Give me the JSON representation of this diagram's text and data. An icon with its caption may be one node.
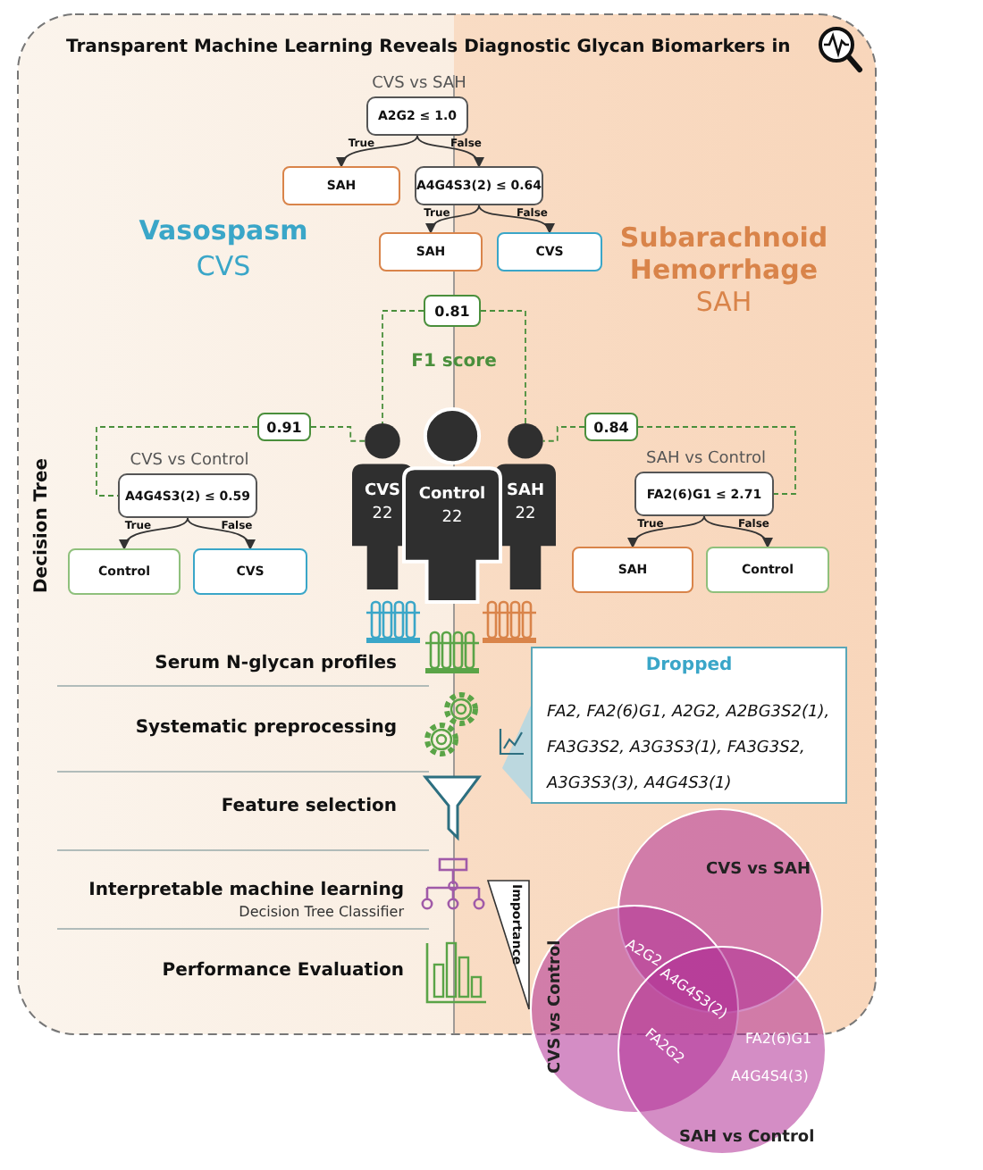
{
  "diagram": {
    "title": "Transparent Machine Learning Reveals Diagnostic Glycan Biomarkers in",
    "nodes": [
      {
        "text": [
          "A2G2 ≤ 1.0"
        ],
        "beside": [
          "CVS vs SAH"
        ]
      },
      {
        "text": [
          "SAH"
        ]
      },
      {
        "text": [
          "A4G4S3(2) ≤ 0.64"
        ]
      },
      {
        "text": [
          "SAH"
        ]
      },
      {
        "text": [
          "CVS"
        ]
      },
      {
        "text": [
          "A4G4S3(2) ≤ 0.59"
        ],
        "beside": [
          "CVS vs Control"
        ]
      },
      {
        "text": [
          "Control"
        ]
      },
      {
        "text": [
          "CVS"
        ]
      },
      {
        "text": [
          "FA2(6)G1 ≤ 2.71"
        ],
        "beside": [
          "SAH vs Control"
        ]
      },
      {
        "text": [
          "SAH"
        ]
      },
      {
        "text": [
          "Control"
        ]
      },
      {
        "text": [
          "0.81"
        ]
      },
      {
        "text": [
          "0.91"
        ]
      },
      {
        "text": [
          "0.84"
        ]
      },
      {
        "text": [
          "CVS",
          "22"
        ]
      },
      {
        "text": [
          "Control",
          "22"
        ]
      },
      {
        "text": [
          "SAH",
          "22"
        ]
      },
      {
        "text": [
          "Dropped",
          "FA2, FA2(6)G1, A2G2, A2BG3S2(1), FA3G3S2, A3G3S3(1), FA3G3S2, A3G3S3(3), A4G4S3(1)"
        ]
      },
      {
        "text": [
          "CVS vs SAH"
        ]
      },
      {
        "text": [
          "CVS vs Control"
        ]
      },
      {
        "text": [
          "SAH vs Control"
        ]
      }
    ],
    "edges": [
      {
        "from": 0,
        "to": 1,
        "arrow": "to",
        "label": "True"
      },
      {
        "from": 0,
        "to": 2,
        "arrow": "to",
        "label": "False"
      },
      {
        "from": 2,
        "to": 3,
        "arrow": "to",
        "label": "True"
      },
      {
        "from": 2,
        "to": 4,
        "arrow": "to",
        "label": "False"
      },
      {
        "from": 5,
        "to": 6,
        "arrow": "to",
        "label": "True"
      },
      {
        "from": 5,
        "to": 7,
        "arrow": "to",
        "label": "False"
      },
      {
        "from": 8,
        "to": 9,
        "arrow": "to",
        "label": "True"
      },
      {
        "from": 8,
        "to": 10,
        "arrow": "to",
        "label": "False"
      },
      {
        "from": 11,
        "to": 14,
        "arrow": "none",
        "style": "dashed",
        "color": "#4a8f3c"
      },
      {
        "from": 11,
        "to": 16,
        "arrow": "none",
        "style": "dashed",
        "color": "#4a8f3c"
      },
      {
        "from": 12,
        "to": 5,
        "arrow": "none",
        "style": "dashed",
        "color": "#4a8f3c"
      },
      {
        "from": 12,
        "to": 14,
        "arrow": "none",
        "style": "dashed",
        "color": "#4a8f3c"
      },
      {
        "from": 13,
        "to": 8,
        "arrow": "none",
        "style": "dashed",
        "color": "#4a8f3c"
      },
      {
        "from": 13,
        "to": 16,
        "arrow": "none",
        "style": "dashed",
        "color": "#4a8f3c"
      }
    ],
    "labels": [
      "Vasospasm",
      "CVS",
      "Subarachnoid Hemorrhage",
      "SAH",
      "F1 score",
      "Decision Tree",
      "Serum N-glycan profiles",
      "Systematic preprocessing",
      "Feature selection",
      "Interpretable machine learning",
      "Decision Tree Classifier",
      "Importance",
      "Performance Evaluation",
      "A2G2",
      "A4G4S3(2)",
      "FA2G2",
      "FA2(6)G1",
      "A4G4S4(3)"
    ]
  }
}
